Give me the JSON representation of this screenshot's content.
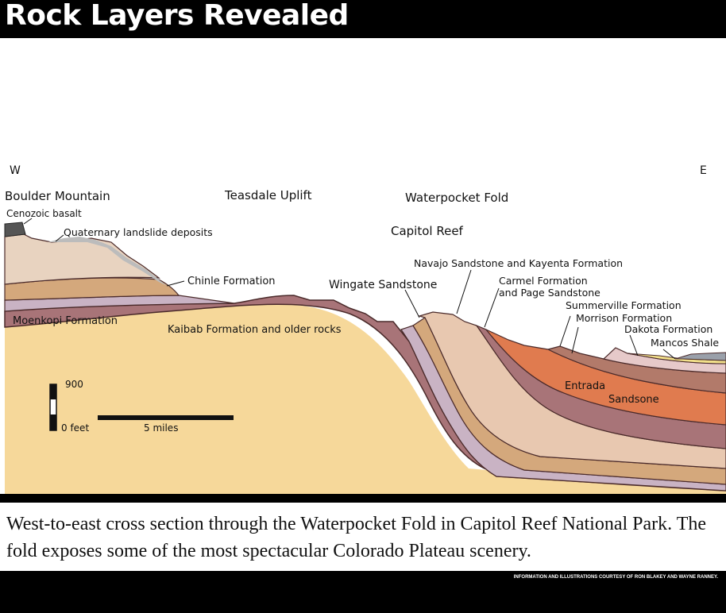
{
  "title": "Rock Layers Revealed",
  "diagram": {
    "directions": {
      "west": "W",
      "east": "E"
    },
    "landmarks": {
      "boulder_mountain": "Boulder Mountain",
      "teasdale_uplift": "Teasdale Uplift",
      "waterpocket_fold": "Waterpocket Fold",
      "capitol_reef": "Capitol Reef"
    },
    "layers": {
      "cenozoic_basalt": "Cenozoic basalt",
      "quaternary_landslide": "Quaternary landslide deposits",
      "chinle": "Chinle Formation",
      "moenkopi": "Moenkopi Formation",
      "kaibab": "Kaibab Formation and older rocks",
      "wingate": "Wingate Sandstone",
      "navajo_kayenta": "Navajo Sandstone and Kayenta Formation",
      "carmel_line1": "Carmel Formation",
      "carmel_line2": "and Page Sandstone",
      "summerville": "Summerville Formation",
      "morrison": "Morrison Formation",
      "dakota": "Dakota Formation",
      "mancos": "Mancos Shale",
      "entrada_line1": "Entrada",
      "entrada_line2": "Sandsone"
    },
    "scale": {
      "vertical_top": "900",
      "vertical_bottom": "0 feet",
      "horizontal": "5 miles"
    }
  },
  "caption": "West-to-east cross section through the Waterpocket Fold in Capitol Reef National Park. The fold exposes some of the most spectacular Colorado Plateau scenery.",
  "credit": "INFORMATION AND ILLUSTRATIONS COURTESY OF RON BLAKEY AND WAYNE RANNEY."
}
